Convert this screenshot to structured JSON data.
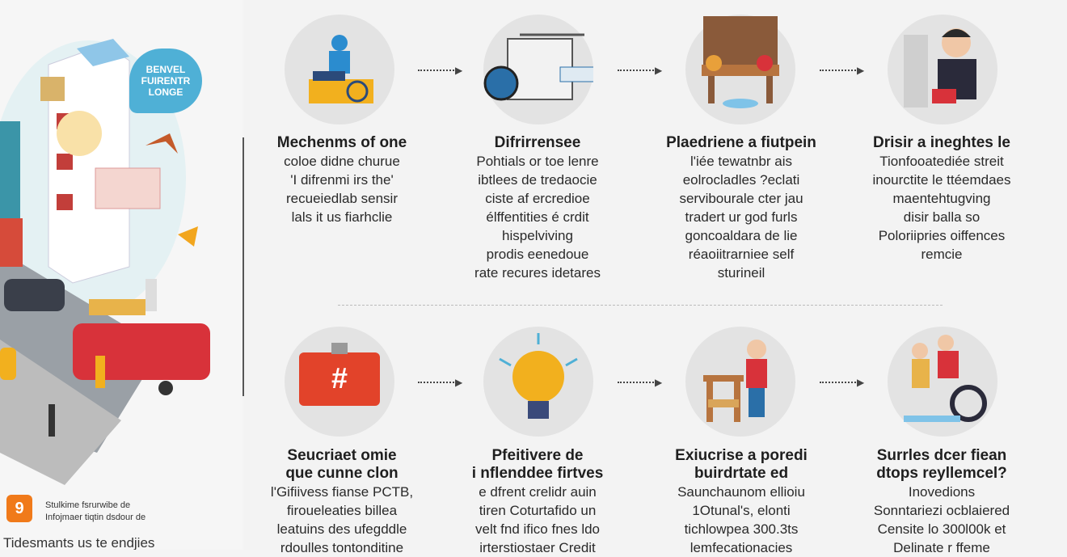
{
  "left": {
    "bubble_text": "BENVEL FUIRENTR LONGE",
    "badge_glyph": "9",
    "caption_line1": "Stulkime fsrurwibe de",
    "caption_line2": "Infojmaer tiqtin dsdour de",
    "footer_text": "Tidesmants us te endjies"
  },
  "steps_row1": [
    {
      "title": "Mechenms of one",
      "body": [
        "coloe didne churue",
        "'I difrenmi irs the'",
        "recueiedlab sensir",
        "lals it us fiarhclie"
      ]
    },
    {
      "title": "Difrirrensee",
      "body": [
        "Pohtials or toe lenre",
        "ibtlees de tredaocie",
        "ciste af ercredioe",
        "élffentities é crdit",
        "hispelviving",
        "prodis eenedoue",
        "rate recures idetares"
      ]
    },
    {
      "title": "Plaedriene a fiutpein",
      "body": [
        "l'iée tewatnbr ais",
        "eolrocladles ?eclati",
        "servibourale cter jau",
        "tradert ur god furls",
        "goncoaldara de lie",
        "réaoiitrarniee self",
        "sturineil"
      ]
    },
    {
      "title": "Drisir a ineghtes le",
      "body": [
        "Tionfooatediée streit",
        "inourctite le ttéemdaes",
        "maentehtugving",
        "disir balla so",
        "Poloriipries oiffences",
        "remcie"
      ]
    }
  ],
  "steps_row2": [
    {
      "title": "Seucriaet omie",
      "title2": "que cunne clon",
      "body": [
        "l'Gifiivess fianse PCTB,",
        "firoueleaties billea",
        "leatuins des ufegddle",
        "rdoulles tontonditine"
      ]
    },
    {
      "title": "Pfeitivere de",
      "title2": "i nflenddee firtves",
      "body": [
        "e dfrent crelidr auin",
        "tiren Coturtafido un",
        "velt fnd ifico fnes ldo",
        "irterstiostaer Credit"
      ]
    },
    {
      "title": "Exiucrise a poredi",
      "title2": "buirdrtate ed",
      "body": [
        "Saunchaunom ellioiu",
        "1Otunal's, elonti",
        "tichlowpea 300.3ts",
        "lemfecationacies"
      ]
    },
    {
      "title": "Surrles dcer fiean",
      "title2": "dtops reyllemcel?",
      "body": [
        "Inovedions",
        "Sonntariezi ocblaiered",
        "Censite lo 300l00k et",
        "Delinate r ffeme"
      ]
    }
  ],
  "icons": {
    "row1": [
      "runner-money-icon",
      "machine-gears-icon",
      "cabinet-food-icon",
      "man-wrench-icon"
    ],
    "row2": [
      "red-sign-icon",
      "lightbulb-icon",
      "child-desk-icon",
      "people-wheelchair-icon"
    ]
  },
  "colors": {
    "accent_orange": "#f07a1a",
    "accent_blue": "#4fb0d6",
    "icon_red": "#e2432a",
    "bulb_yellow": "#f2b01e"
  }
}
